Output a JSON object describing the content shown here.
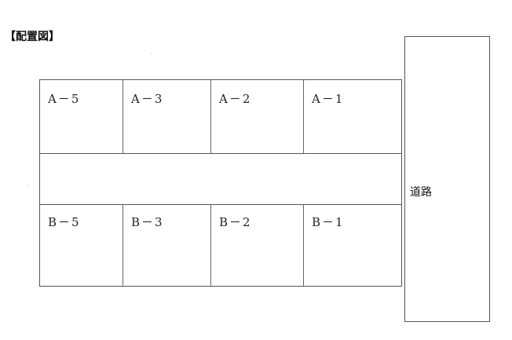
{
  "title": "【配置図】",
  "lots_top": [
    {
      "label": "A－5"
    },
    {
      "label": "A－3"
    },
    {
      "label": "A－2"
    },
    {
      "label": "A－1"
    }
  ],
  "lots_bottom": [
    {
      "label": "B－5"
    },
    {
      "label": "B－3"
    },
    {
      "label": "B－2"
    },
    {
      "label": "B－1"
    }
  ],
  "road": {
    "label": "道路"
  }
}
